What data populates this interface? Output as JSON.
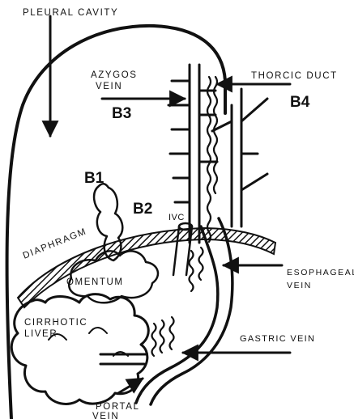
{
  "labels": {
    "pleural_cavity": "PLEURAL CAVITY",
    "azygos": "AZYGOS",
    "vein": "VEIN",
    "thoracic_duct": "THORCIC DUCT",
    "b1": "B1",
    "b2": "B2",
    "b3": "B3",
    "b4": "B4",
    "ivc": "IVC",
    "diaphragm": "DIAPHRAGM",
    "omentum": "OMENTUM",
    "esophageal": "ESOPHAGEAL",
    "esophageal_vein": "VEIN",
    "cirrhotic": "CIRRHOTIC",
    "liver": "LIVER",
    "gastric_vein": "GASTRIC VEIN",
    "portal": "PORTAL",
    "portal_vein": "VEIN"
  },
  "colors": {
    "ink": "#111111",
    "background": "#ffffff"
  }
}
